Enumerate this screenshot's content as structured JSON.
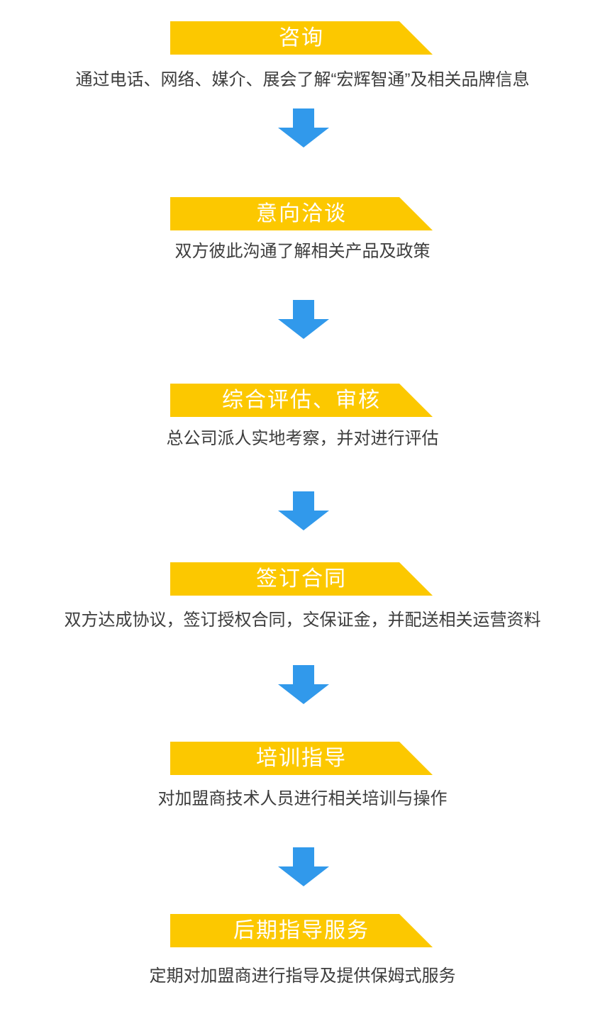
{
  "theme": {
    "page-bg": "#ffffff",
    "banner-yellow": "#fcc800",
    "arrow-blue": "#3199eb",
    "title-white": "#ffffff",
    "desc-gray": "#3d3d3d"
  },
  "icons": {
    "connector": "down-arrow-icon"
  },
  "steps": [
    {
      "title": "咨询",
      "description": "通过电话、网络、媒介、展会了解“宏辉智通”及相关品牌信息"
    },
    {
      "title": "意向洽谈",
      "description": "双方彼此沟通了解相关产品及政策"
    },
    {
      "title": "综合评估、审核",
      "description": "总公司派人实地考察，并对进行评估"
    },
    {
      "title": "签订合同",
      "description": "双方达成协议，签订授权合同，交保证金，并配送相关运营资料"
    },
    {
      "title": "培训指导",
      "description": "对加盟商技术人员进行相关培训与操作"
    },
    {
      "title": "后期指导服务",
      "description": "定期对加盟商进行指导及提供保姆式服务"
    }
  ]
}
